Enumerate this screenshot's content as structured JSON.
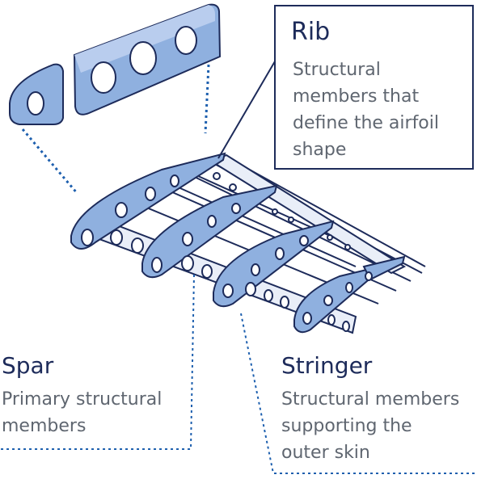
{
  "labels": {
    "rib": {
      "title": "Rib",
      "desc_lines": [
        "Structural",
        "members that",
        "define the airfoil",
        "shape"
      ]
    },
    "spar": {
      "title": "Spar",
      "desc_lines": [
        "Primary structural",
        "members"
      ]
    },
    "stringer": {
      "title": "Stringer",
      "desc_lines": [
        "Structural members",
        "supporting the",
        "outer skin"
      ]
    }
  },
  "colors": {
    "outline": "#1d2b5a",
    "rib_fill": "#8fb0df",
    "rib_light": "#b9cdee",
    "spar_fill": "#e9eef8",
    "leader": "#1d5fae",
    "text_dark": "#1d2b5a",
    "text_gray": "#5f6670"
  },
  "icons": [
    "rib-detail-large",
    "rib-detail-small",
    "wing-structure"
  ]
}
